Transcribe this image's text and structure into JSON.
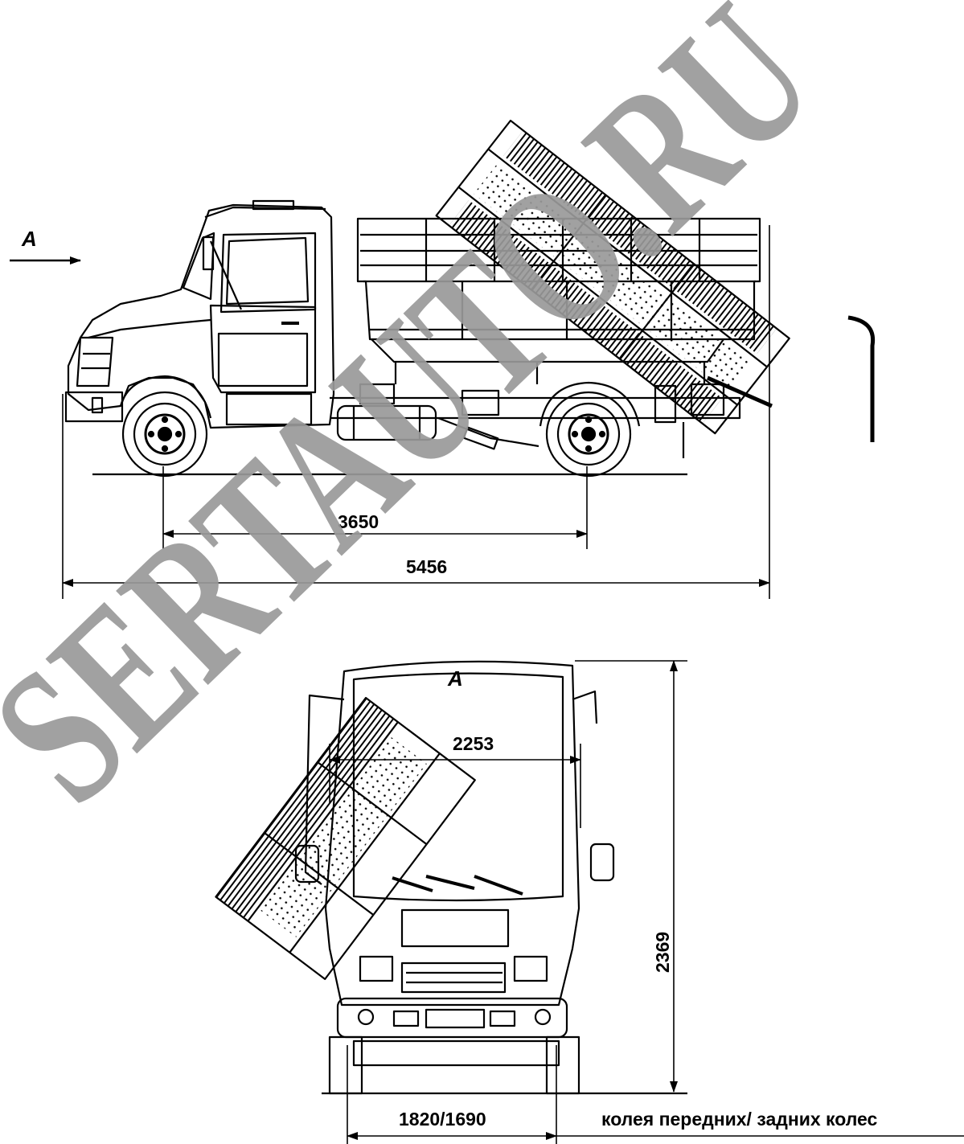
{
  "view_labels": {
    "side_arrow": "A",
    "front_view": "A"
  },
  "dimensions": {
    "wheelbase": "3650",
    "overall_length": "5456",
    "body_width": "2253",
    "overall_height": "2369",
    "track": "1820/1690",
    "track_caption": "колея передних/ задних колес"
  },
  "watermark": {
    "text": "SERTAUTO.RU",
    "color": "#9a9a9a"
  },
  "colors": {
    "line": "#000000",
    "background": "#ffffff"
  }
}
